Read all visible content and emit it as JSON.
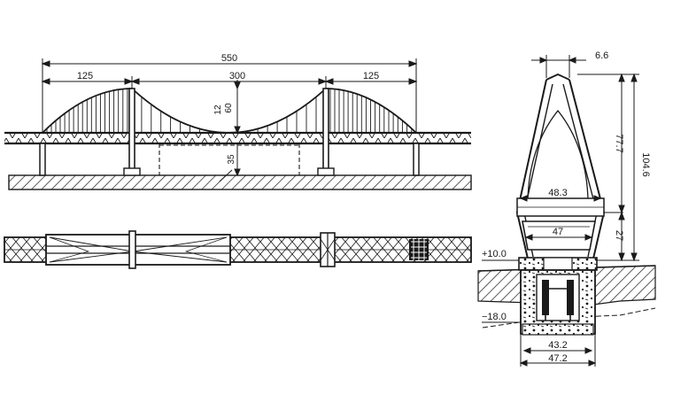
{
  "elevation": {
    "dims": {
      "total": "550",
      "main_span": "300",
      "side_span_left": "125",
      "side_span_right": "125",
      "sag_top": "12",
      "sag": "60",
      "clearance": "35"
    }
  },
  "tower_section": {
    "dims": {
      "top_width": "6.6",
      "upper_height": "77.7",
      "total_height": "104.6",
      "lower_height": "27",
      "upper_beam_width": "48.3",
      "lower_beam_width": "47",
      "deck_level": "+10.0",
      "foundation_level": "−18.0",
      "footing_inner": "43.2",
      "footing_outer": "47.2"
    }
  },
  "colors": {
    "ink": "#1a1a1a",
    "paper": "#ffffff"
  }
}
